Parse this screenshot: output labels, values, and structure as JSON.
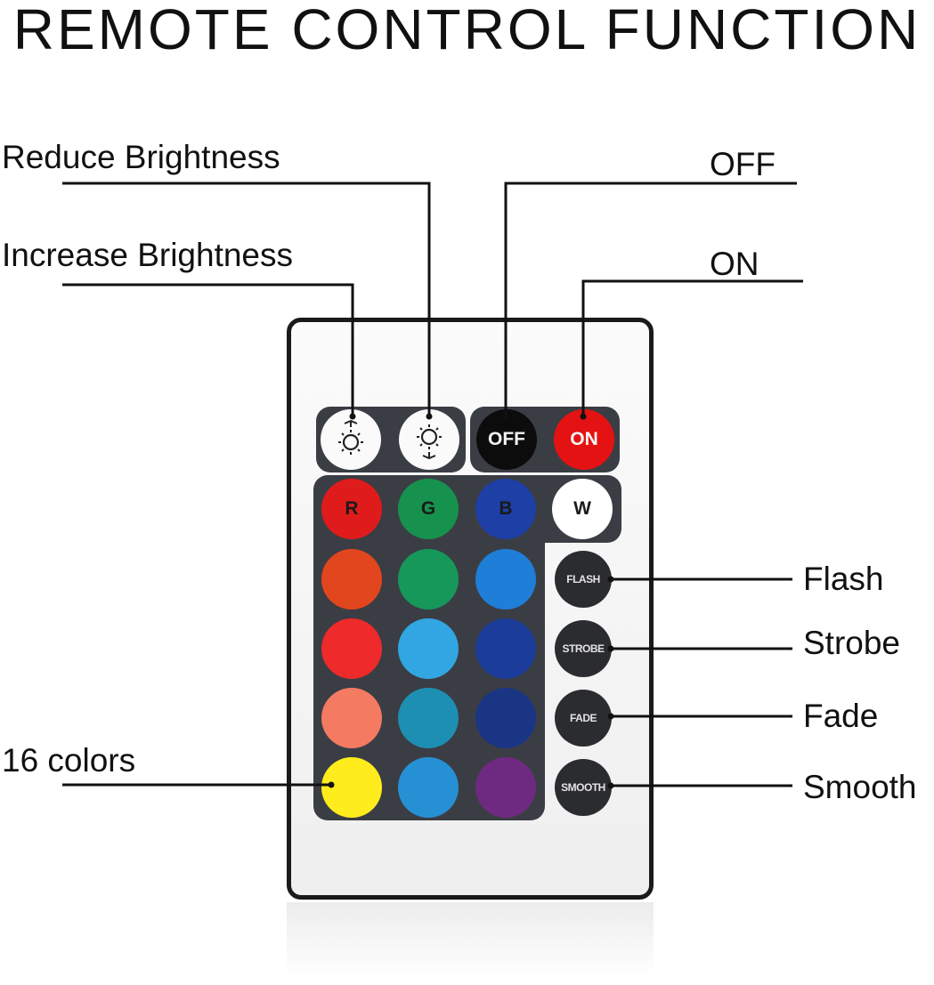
{
  "title": "REMOTE CONTROL FUNCTION",
  "labels": {
    "reduce_brightness": "Reduce Brightness",
    "increase_brightness": "Increase Brightness",
    "off": "OFF",
    "on": "ON",
    "flash": "Flash",
    "strobe": "Strobe",
    "fade": "Fade",
    "smooth": "Smooth",
    "colors16": "16 colors"
  },
  "remote": {
    "top_buttons": {
      "brightness_icon": "sun-icon",
      "off": "OFF",
      "on": "ON"
    },
    "primary_buttons": [
      {
        "label": "R",
        "color": "#e01b1b"
      },
      {
        "label": "G",
        "color": "#16924e"
      },
      {
        "label": "B",
        "color": "#1e3fa6"
      },
      {
        "label": "W",
        "color": "#ffffff"
      }
    ],
    "mode_buttons": [
      "FLASH",
      "STROBE",
      "FADE",
      "SMOOTH"
    ],
    "color_grid": [
      "#e2461e",
      "#16985a",
      "#1f7fd8",
      "#ee2a2a",
      "#31a6e2",
      "#1a3c98",
      "#f47a62",
      "#1c8fb2",
      "#1a3584",
      "#ffec1c",
      "#2690d4",
      "#6e2a80"
    ]
  }
}
